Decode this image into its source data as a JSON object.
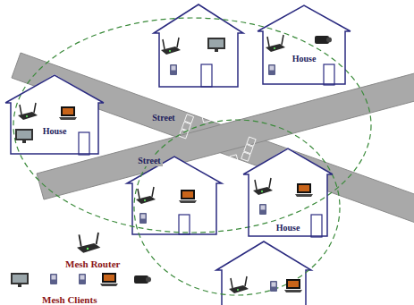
{
  "diagram": {
    "nodes": [
      {
        "text": [
          "House"
        ]
      },
      {
        "text": [
          "House"
        ]
      },
      {
        "text": [
          "House"
        ]
      }
    ],
    "labels": [
      "Street",
      "Street"
    ],
    "legend": [
      {
        "text": "Mesh Router"
      },
      {
        "text": "Mesh Clients"
      }
    ]
  }
}
